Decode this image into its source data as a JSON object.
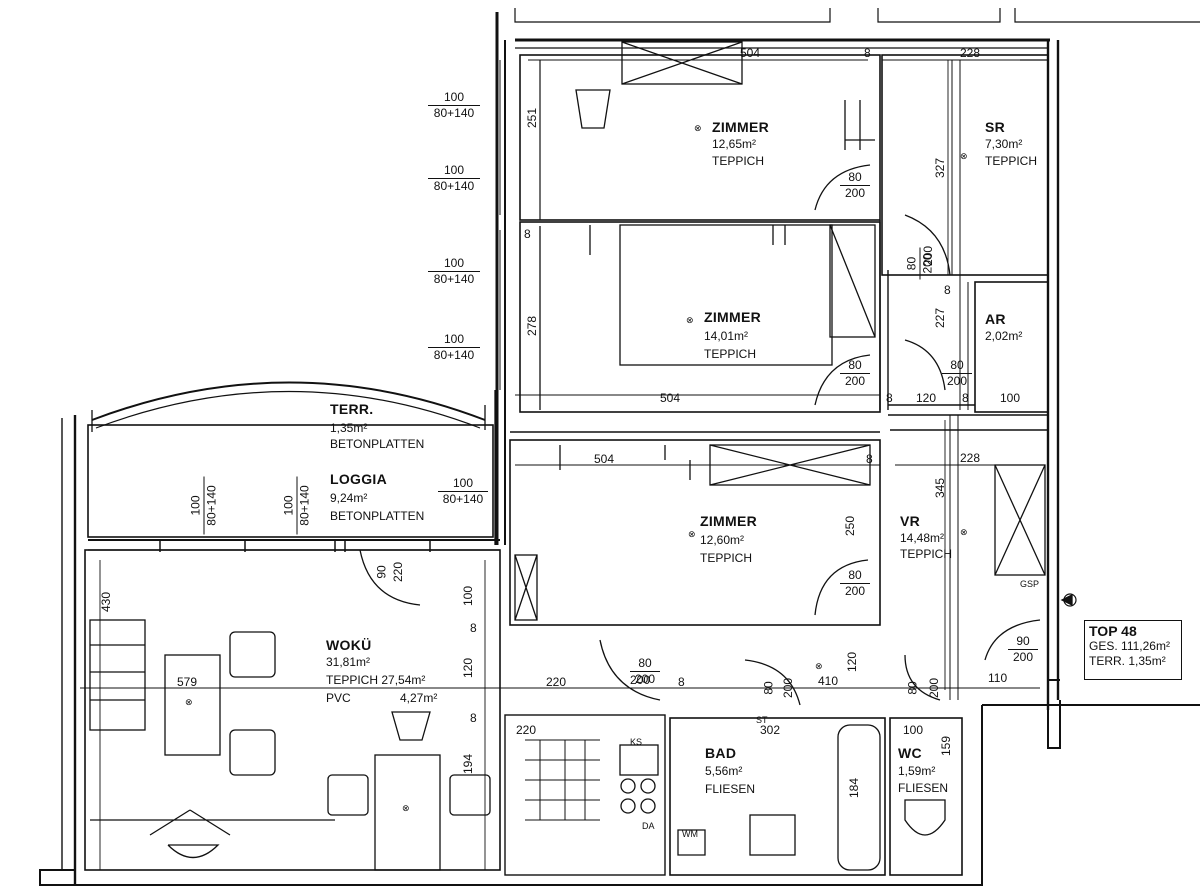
{
  "rooms": [
    {
      "id": "zimmer1",
      "name": "ZIMMER",
      "area": "12,65m²",
      "floor": "TEPPICH"
    },
    {
      "id": "zimmer2",
      "name": "ZIMMER",
      "area": "14,01m²",
      "floor": "TEPPICH"
    },
    {
      "id": "zimmer3",
      "name": "ZIMMER",
      "area": "12,60m²",
      "floor": "TEPPICH"
    },
    {
      "id": "sr",
      "name": "SR",
      "area": "7,30m²",
      "floor": "TEPPICH"
    },
    {
      "id": "ar",
      "name": "AR",
      "area": "2,02m²",
      "floor": ""
    },
    {
      "id": "vr",
      "name": "VR",
      "area": "14,48m²",
      "floor": "TEPPICH"
    },
    {
      "id": "terr",
      "name": "TERR.",
      "area": "1,35m²",
      "floor": "BETONPLATTEN"
    },
    {
      "id": "loggia",
      "name": "LOGGIA",
      "area": "9,24m²",
      "floor": "BETONPLATTEN"
    },
    {
      "id": "wokue",
      "name": "WOKÜ",
      "area": "31,81m²",
      "floor": "TEPPICH 27,54m²",
      "floor2": "PVC",
      "area2": "4,27m²"
    },
    {
      "id": "bad",
      "name": "BAD",
      "area": "5,56m²",
      "floor": "FLIESEN"
    },
    {
      "id": "wc",
      "name": "WC",
      "area": "1,59m²",
      "floor": "FLIESEN"
    }
  ],
  "windows": [
    {
      "top": "100",
      "bottom": "80+140"
    },
    {
      "top": "100",
      "bottom": "80+140"
    },
    {
      "top": "100",
      "bottom": "80+140"
    },
    {
      "top": "100",
      "bottom": "80+140"
    },
    {
      "top": "100",
      "bottom": "80+140"
    },
    {
      "top": "100",
      "bottom": "80+140"
    },
    {
      "top": "100",
      "bottom": "80+140"
    }
  ],
  "doors": [
    {
      "top": "80",
      "bottom": "200"
    },
    {
      "top": "80",
      "bottom": "200"
    },
    {
      "top": "80",
      "bottom": "200"
    },
    {
      "top": "80",
      "bottom": "200"
    },
    {
      "top": "90",
      "bottom": "200"
    },
    {
      "top": "80",
      "bottom": "200"
    },
    {
      "top": "80",
      "bottom": "200"
    }
  ],
  "dims": {
    "d504a": "504",
    "d8a": "8",
    "d228a": "228",
    "d251": "251",
    "d327": "327",
    "d278": "278",
    "d504b": "504",
    "d8b": "8",
    "d120a": "120",
    "d8c": "8",
    "d100a": "100",
    "d504c": "504",
    "d8d": "8",
    "d228b": "228",
    "d345": "345",
    "d250": "250",
    "d227": "227",
    "d430": "430",
    "d100b": "100",
    "d120b": "120",
    "d579": "579",
    "d220a": "220",
    "d8e": "8",
    "d194": "194",
    "d220b": "220",
    "d302": "302",
    "d184": "184",
    "d159": "159",
    "d110": "110",
    "d100c": "100",
    "d120c": "120",
    "d410": "410",
    "d90a": "90",
    "d220c": "220",
    "d8f": "8",
    "d8g": "8",
    "d8h": "8",
    "d8i": "8",
    "d200a": "200",
    "d200b": "200",
    "d80b": "80",
    "d200c": "200",
    "d80c": "80",
    "d200d": "200"
  },
  "fixtures": {
    "ks": "KS",
    "da": "DA",
    "wm": "WM",
    "st": "ST",
    "gsp": "GSP"
  },
  "summary": {
    "title": "TOP 48",
    "ges_label": "GES.",
    "ges_value": "111,26m²",
    "terr_label": "TERR.",
    "terr_value": "1,35m²"
  }
}
